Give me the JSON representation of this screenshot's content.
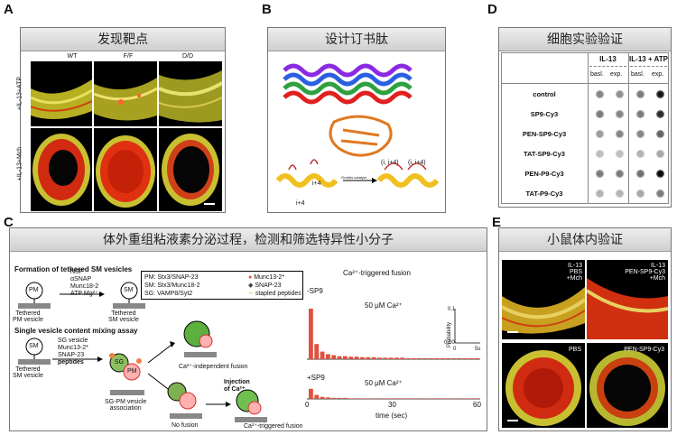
{
  "panel_a": {
    "letter": "A",
    "title": "发现靶点",
    "columns": [
      "WT",
      "F/F",
      "D/D"
    ],
    "rows": [
      "+IL-13+ATP",
      "+IL-13+Mch"
    ]
  },
  "panel_b": {
    "letter": "B",
    "title": "设计订书肽",
    "label_i4_left": "i+4",
    "label_i4_mid": "i+4",
    "label_i_left": "i",
    "arrow_label": "Grubbs catalyst",
    "label_pair1": "(i, i+4)",
    "label_pair2": "(i, i+4)"
  },
  "panel_c": {
    "letter": "C",
    "title": "体外重组粘液素分泌过程，检测和筛选特异性小分子",
    "section1": "Formation of tethered SM vesicles",
    "section2": "Single vesicle content mixing assay",
    "pm_label": "PM",
    "sm_label": "SM",
    "sg_label": "SG",
    "tethered_pm": "Tethered\nPM vesicle",
    "tethered_sm": "Tethered\nSM vesicle",
    "tethered_sm2": "Tethered\nSM vesicle",
    "reagents1": [
      "NSF",
      "αSNAP",
      "Munc18-2",
      "ATP  Mg²⁺"
    ],
    "reagents2": [
      "SG vesicle",
      "Munc13-2*",
      "SNAP-23",
      "peptides"
    ],
    "sg_pm_assoc": "SG-PM vesicle\nassociation",
    "legend_lines": [
      "PM: Stx3/SNAP-23",
      "SM: Stx3/Munc18-2",
      "SG: VAMP8/Syt2"
    ],
    "legend_right": [
      "Munc13-2*",
      "SNAP-23",
      "stapled peptides"
    ],
    "ca_independent": "Ca²⁺-independent fusion",
    "injection": "Injection\nof Ca²⁺",
    "no_fusion": "No fusion",
    "ca_triggered_label": "Ca²⁺-triggered fusion",
    "plot_title": "Ca²⁺-triggered fusion",
    "cond1": "-SP9",
    "cond2": "+SP9",
    "ca_conc1": "50 μM Ca²⁺",
    "ca_conc2": "50 μM Ca²⁺",
    "inset_ylabel": "Probability",
    "inset_y1": "0.1",
    "inset_y0": "0.00",
    "inset_x0": "0",
    "inset_x1": "5s",
    "x_ticks": [
      "0",
      "30",
      "60"
    ],
    "xlabel": "time (sec)"
  },
  "panel_d": {
    "letter": "D",
    "title": "细胞实验验证",
    "group1": "IL-13",
    "group2": "IL-13 + ATP",
    "subcols": [
      "basl.",
      "exp.",
      "basl.",
      "exp."
    ],
    "rows": [
      "control",
      "SP9-Cy3",
      "PEN-SP9-Cy3",
      "TAT-SP9-Cy3",
      "PEN-P9-Cy3",
      "TAT-P9-Cy3"
    ],
    "dot_intensity": [
      [
        0.45,
        0.4,
        0.5,
        0.95
      ],
      [
        0.5,
        0.45,
        0.5,
        0.85
      ],
      [
        0.35,
        0.45,
        0.45,
        0.6
      ],
      [
        0.2,
        0.2,
        0.25,
        0.3
      ],
      [
        0.5,
        0.5,
        0.55,
        1.0
      ],
      [
        0.25,
        0.25,
        0.3,
        0.5
      ]
    ]
  },
  "panel_e": {
    "letter": "E",
    "title": "小鼠体内验证",
    "tl_label": "IL-13\nPBS\n+Mch",
    "tr_label": "IL-13\nPEN-SP9-Cy3\n+Mch",
    "bl_label": "PBS",
    "br_label": "PEN-SP9-Cy3"
  },
  "chart_data": {
    "type": "bar",
    "title": "Ca²⁺-triggered fusion",
    "xlabel": "time (sec)",
    "ylabel": "Probability",
    "xlim": [
      0,
      60
    ],
    "series": [
      {
        "name": "-SP9",
        "values": [
          0.1,
          0.03,
          0.015,
          0.01,
          0.008,
          0.006,
          0.006,
          0.005,
          0.005,
          0.004,
          0.004,
          0.004,
          0.003,
          0.003,
          0.003,
          0.003,
          0.003,
          0.002,
          0.002,
          0.002,
          0.002,
          0.002,
          0.002,
          0.002,
          0.002,
          0.002,
          0.002,
          0.002,
          0.002,
          0.002
        ]
      },
      {
        "name": "+SP9",
        "values": [
          0.02,
          0.008,
          0.004,
          0.003,
          0.002,
          0.002,
          0.002,
          0.001,
          0.001,
          0.001,
          0.001,
          0.001,
          0.001,
          0.001,
          0.001,
          0.001,
          0.001,
          0.001,
          0.001,
          0.001,
          0.001,
          0.001,
          0.001,
          0.001,
          0.001,
          0.001,
          0.001,
          0.001,
          0.001,
          0.001
        ]
      }
    ]
  }
}
